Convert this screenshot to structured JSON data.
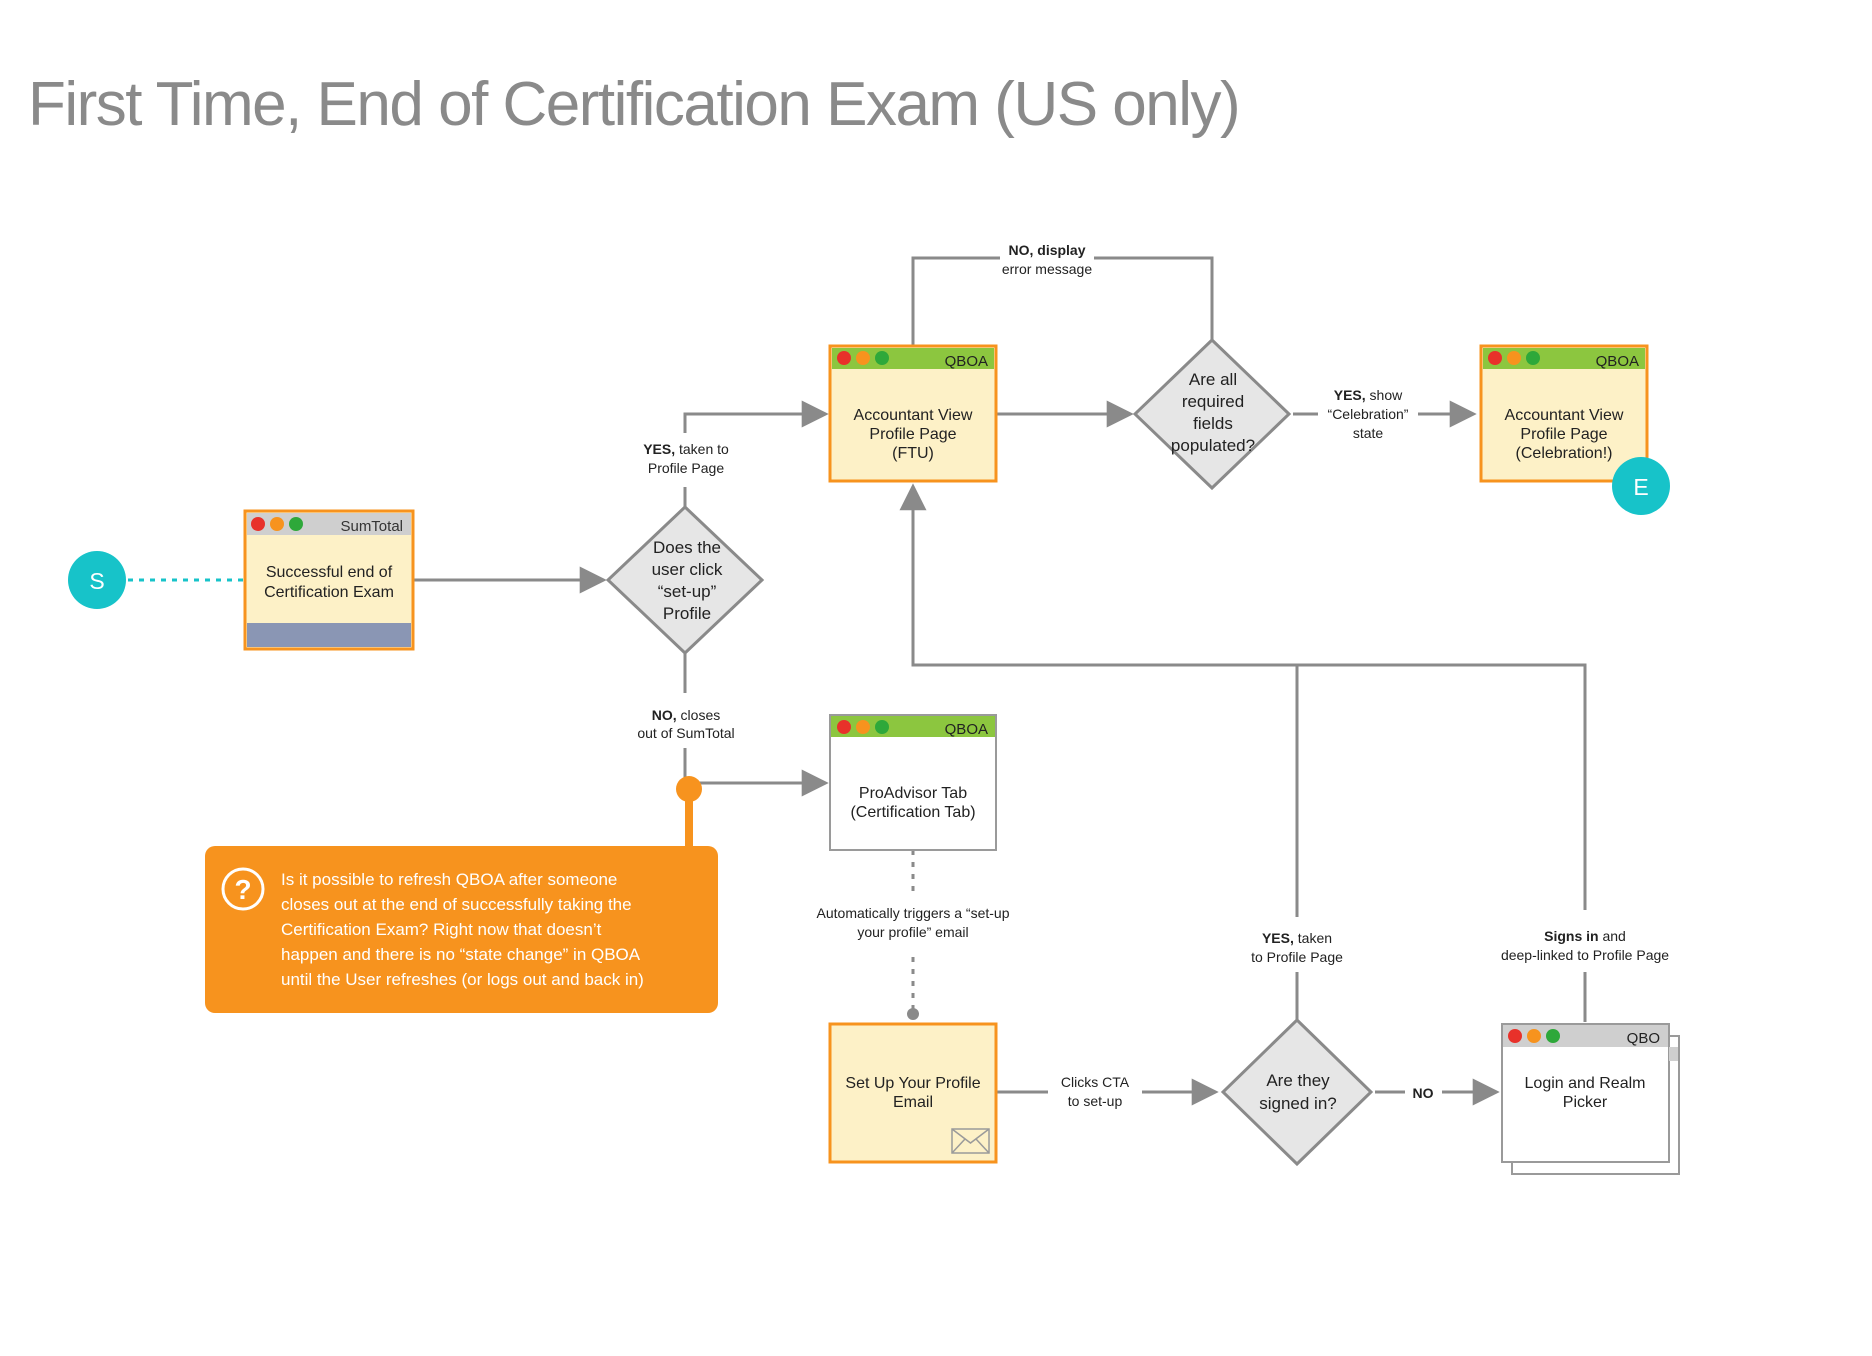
{
  "title": "First Time, End of Certification Exam (US only)",
  "colors": {
    "accent_orange": "#f7931e",
    "box_fill": "#fdf1c7",
    "titlebar_green": "#8cc63f",
    "titlebar_gray": "#cfcfcf",
    "teal": "#17c3c9",
    "line": "#8a8a8a",
    "footer_blue": "#8a96b4"
  },
  "terminals": {
    "start": "S",
    "end": "E"
  },
  "boxes": {
    "sumtotal": {
      "app": "SumTotal",
      "line1": "Successful end of",
      "line2": "Certification Exam"
    },
    "ftu": {
      "app": "QBOA",
      "line1": "Accountant View",
      "line2": "Profile Page",
      "line3": "(FTU)"
    },
    "celebration": {
      "app": "QBOA",
      "line1": "Accountant View",
      "line2": "Profile Page",
      "line3": "(Celebration!)"
    },
    "proadvisor": {
      "app": "QBOA",
      "line1": "ProAdvisor Tab",
      "line2": "(Certification Tab)"
    },
    "email": {
      "line1": "Set Up Your Profile",
      "line2": "Email",
      "icon": "envelope-icon"
    },
    "login": {
      "app": "QBO",
      "line1": "Login and Realm",
      "line2": "Picker"
    }
  },
  "decisions": {
    "setup": {
      "line1": "Does the",
      "line2": "user click",
      "line3": "“set-up”",
      "line4": "Profile"
    },
    "fields": {
      "line1": "Are all",
      "line2": "required",
      "line3": "fields",
      "line4": "populated?"
    },
    "signed": {
      "line1": "Are they",
      "line2": "signed in?"
    }
  },
  "edge_labels": {
    "yes_profile": {
      "bold": "YES,",
      "rest": " taken to",
      "line2": "Profile Page"
    },
    "no_closes": {
      "bold": "NO,",
      "rest": " closes",
      "line2": "out of SumTotal"
    },
    "no_display": {
      "bold": "NO, display",
      "line2": "error message"
    },
    "yes_show": {
      "bold": "YES,",
      "rest": " show",
      "line2": "“Celebration”",
      "line3": "state"
    },
    "auto_email": {
      "line1": "Automatically triggers a “set-up",
      "line2": "your profile” email"
    },
    "clicks_cta": {
      "line1": "Clicks CTA",
      "line2": "to set-up"
    },
    "no_signed": {
      "bold": "NO"
    },
    "yes_taken": {
      "bold": "YES,",
      "rest": " taken",
      "line2": "to Profile Page"
    },
    "signs_in": {
      "bold": "Signs in",
      "rest": " and",
      "line2": "deep-linked to Profile Page"
    }
  },
  "callout": {
    "icon": "question-icon",
    "lines": [
      "Is it possible to refresh QBOA after someone",
      "closes out at the end of successfully taking the",
      "Certification Exam? Right now that doesn’t",
      "happen and there is no “state change” in QBOA",
      "until the User refreshes (or logs out and back in)"
    ]
  }
}
